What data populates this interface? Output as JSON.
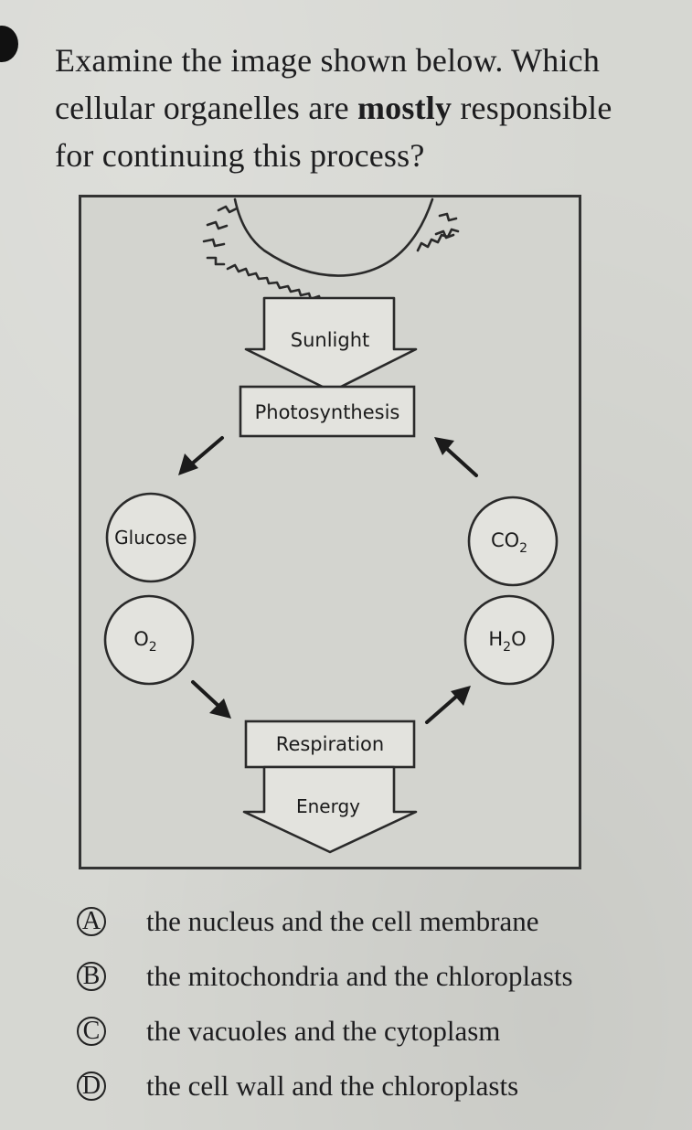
{
  "question": {
    "part1": "Examine the image shown below. Which cellular organelles are ",
    "emphasis": "mostly",
    "part2": " responsible for continuing this process?"
  },
  "diagram": {
    "sunlight": "Sunlight",
    "photosynthesis": "Photosynthesis",
    "glucose": "Glucose",
    "o2": {
      "main": "O",
      "sub": "2"
    },
    "co2": {
      "main": "CO",
      "sub": "2"
    },
    "h2o": {
      "pre": "H",
      "sub": "2",
      "post": "O"
    },
    "respiration": "Respiration",
    "energy": "Energy",
    "icons": [
      "sun-icon",
      "arrow-icon"
    ]
  },
  "answers": [
    {
      "letter": "A",
      "text": "the nucleus and the cell membrane"
    },
    {
      "letter": "B",
      "text": "the mitochondria and the chloroplasts"
    },
    {
      "letter": "C",
      "text": "the vacuoles and the cytoplasm"
    },
    {
      "letter": "D",
      "text": "the cell wall and the chloroplasts"
    }
  ]
}
